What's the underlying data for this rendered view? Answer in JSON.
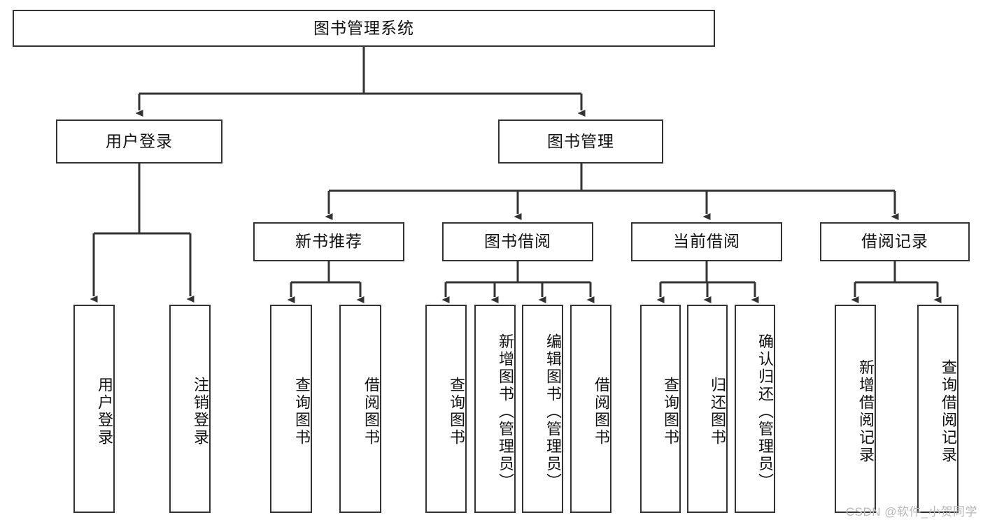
{
  "diagram": {
    "title": "图书管理系统",
    "type": "tree-hierarchy-chart",
    "orientation": "top-down",
    "line_color": "#333333",
    "box_fill": "#ffffff",
    "text_color": "#111111"
  },
  "nodes": {
    "root": {
      "label": "图书管理系统",
      "level": 1,
      "text_direction": "horizontal"
    },
    "l2": [
      {
        "id": "user-login",
        "label": "用户登录",
        "level": 2,
        "text_direction": "horizontal"
      },
      {
        "id": "book-manage",
        "label": "图书管理",
        "level": 2,
        "text_direction": "horizontal"
      }
    ],
    "l3": [
      {
        "id": "new-book-rec",
        "label": "新书推荐",
        "level": 3,
        "text_direction": "horizontal"
      },
      {
        "id": "book-borrow",
        "label": "图书借阅",
        "level": 3,
        "text_direction": "horizontal"
      },
      {
        "id": "current-borrow",
        "label": "当前借阅",
        "level": 3,
        "text_direction": "horizontal"
      },
      {
        "id": "borrow-record",
        "label": "借阅记录",
        "level": 3,
        "text_direction": "horizontal"
      }
    ],
    "leaves": [
      {
        "id": "leaf-user-login",
        "label": "用户登录",
        "parent": "user-login",
        "text_direction": "vertical"
      },
      {
        "id": "leaf-logout",
        "label": "注销登录",
        "parent": "user-login",
        "text_direction": "vertical"
      },
      {
        "id": "leaf-query-book-1",
        "label": "查询图书",
        "parent": "new-book-rec",
        "text_direction": "vertical"
      },
      {
        "id": "leaf-borrow-book-1",
        "label": "借阅图书",
        "parent": "new-book-rec",
        "text_direction": "vertical"
      },
      {
        "id": "leaf-query-book-2",
        "label": "查询图书",
        "parent": "book-borrow",
        "text_direction": "vertical"
      },
      {
        "id": "leaf-add-book",
        "label": "新增图书（管理员）",
        "parent": "book-borrow",
        "text_direction": "vertical"
      },
      {
        "id": "leaf-edit-book",
        "label": "编辑图书（管理员）",
        "parent": "book-borrow",
        "text_direction": "vertical"
      },
      {
        "id": "leaf-borrow-book-2",
        "label": "借阅图书",
        "parent": "book-borrow",
        "text_direction": "vertical"
      },
      {
        "id": "leaf-query-book-3",
        "label": "查询图书",
        "parent": "current-borrow",
        "text_direction": "vertical"
      },
      {
        "id": "leaf-return-book",
        "label": "归还图书",
        "parent": "current-borrow",
        "text_direction": "vertical"
      },
      {
        "id": "leaf-confirm-return",
        "label": "确认归还（管理员）",
        "parent": "current-borrow",
        "text_direction": "vertical"
      },
      {
        "id": "leaf-add-record",
        "label": "新增借阅记录",
        "parent": "borrow-record",
        "text_direction": "vertical"
      },
      {
        "id": "leaf-query-record",
        "label": "查询借阅记录",
        "parent": "borrow-record",
        "text_direction": "vertical"
      }
    ]
  },
  "watermark": {
    "text": "CSDN @软件_小贺同学"
  }
}
